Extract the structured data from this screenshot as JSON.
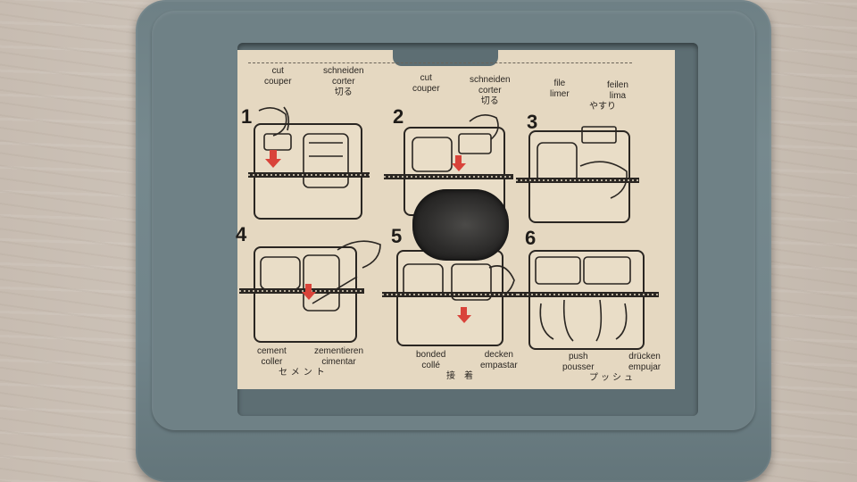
{
  "scene": "film splicer instruction card viewed through grey plastic case window",
  "colors": {
    "case": "#71848a",
    "card": "#e5d8c1",
    "ink": "#2a2622",
    "arrow": "#d9433a"
  },
  "labels": {
    "top_left": {
      "col1": [
        "cut",
        "couper"
      ],
      "col2": [
        "schneiden",
        "corter",
        "切る"
      ]
    },
    "top_mid": {
      "col1": [
        "cut",
        "couper"
      ],
      "col2": [
        "schneiden",
        "corter",
        "切る"
      ]
    },
    "top_right": {
      "col1": [
        "file",
        "limer"
      ],
      "col2": [
        "feilen",
        "lima",
        "やすり"
      ]
    },
    "bottom_left": {
      "col1": [
        "cement",
        "coller"
      ],
      "col2": [
        "zementieren",
        "cimentar"
      ],
      "jp": "セメント"
    },
    "bottom_mid": {
      "col1": [
        "bonded",
        "collé"
      ],
      "col2": [
        "decken",
        "empastar"
      ],
      "jp": "接　着"
    },
    "bottom_right": {
      "col1": [
        "push",
        "pousser"
      ],
      "col2": [
        "drücken",
        "empujar"
      ],
      "jp": "プッシュ"
    }
  },
  "steps": [
    "1",
    "2",
    "3",
    "4",
    "5",
    "6"
  ]
}
